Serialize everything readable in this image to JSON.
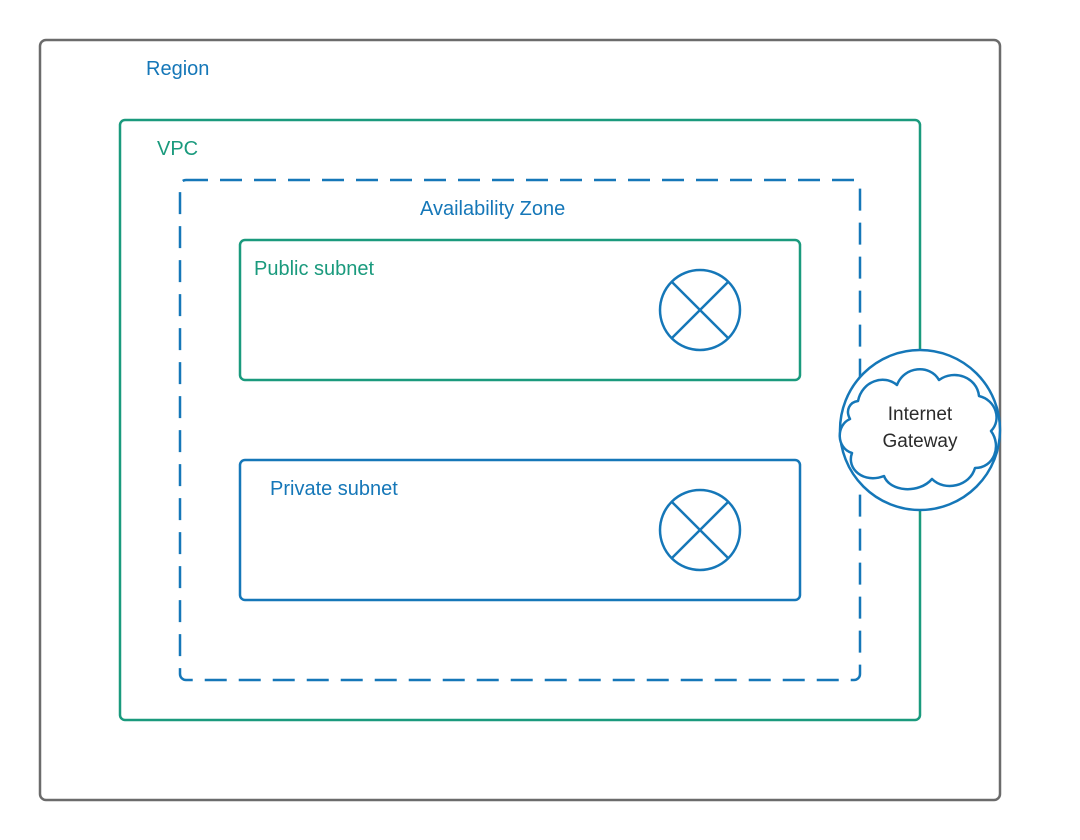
{
  "colors": {
    "region_border": "#6b6b6b",
    "vpc_border": "#1a9a7d",
    "az_border": "#1577b8",
    "public_subnet_border": "#1a9a7d",
    "private_subnet_border": "#1577b8",
    "region_text": "#1577b8",
    "vpc_text": "#1a9a7d",
    "az_text": "#1577b8",
    "public_text": "#1a9a7d",
    "private_text": "#1577b8",
    "gateway_stroke": "#1577b8"
  },
  "region": {
    "label": "Region"
  },
  "vpc": {
    "label": "VPC"
  },
  "availability_zone": {
    "label": "Availability Zone",
    "style": "dashed"
  },
  "public_subnet": {
    "label": "Public subnet",
    "icon": "nat-gateway-icon"
  },
  "private_subnet": {
    "label": "Private subnet",
    "icon": "nat-gateway-icon"
  },
  "internet_gateway": {
    "line1": "Internet",
    "line2": "Gateway",
    "icon": "cloud-icon"
  }
}
